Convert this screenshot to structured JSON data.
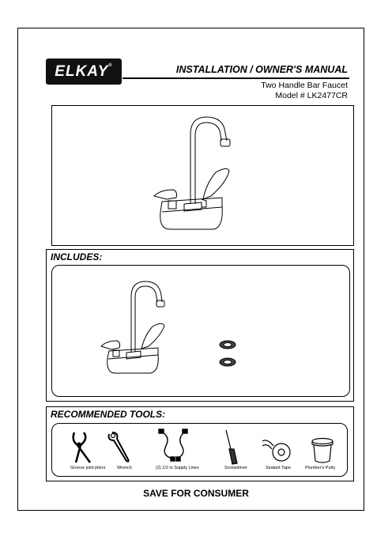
{
  "header": {
    "brand": "ELKAY",
    "brand_mark": "®",
    "manual_title": "INSTALLATION / OWNER'S MANUAL",
    "product_name": "Two Handle Bar Faucet",
    "model": "Model # LK2477CR"
  },
  "includes": {
    "label": "INCLUDES:"
  },
  "tools": {
    "label": "RECOMMENDED TOOLS:",
    "items": [
      {
        "label": "Groove joint pliers",
        "icon": "pliers-icon"
      },
      {
        "label": "Wrench",
        "icon": "wrench-icon"
      },
      {
        "label": "(2) 1/2 in Supply Lines",
        "icon": "supply-lines-icon"
      },
      {
        "label": "Screwdriver",
        "icon": "screwdriver-icon"
      },
      {
        "label": "Sealant Tape",
        "icon": "sealant-tape-icon"
      },
      {
        "label": "Plumber's Putty",
        "icon": "plumbers-putty-icon"
      }
    ]
  },
  "footer": {
    "note": "SAVE FOR CONSUMER"
  }
}
